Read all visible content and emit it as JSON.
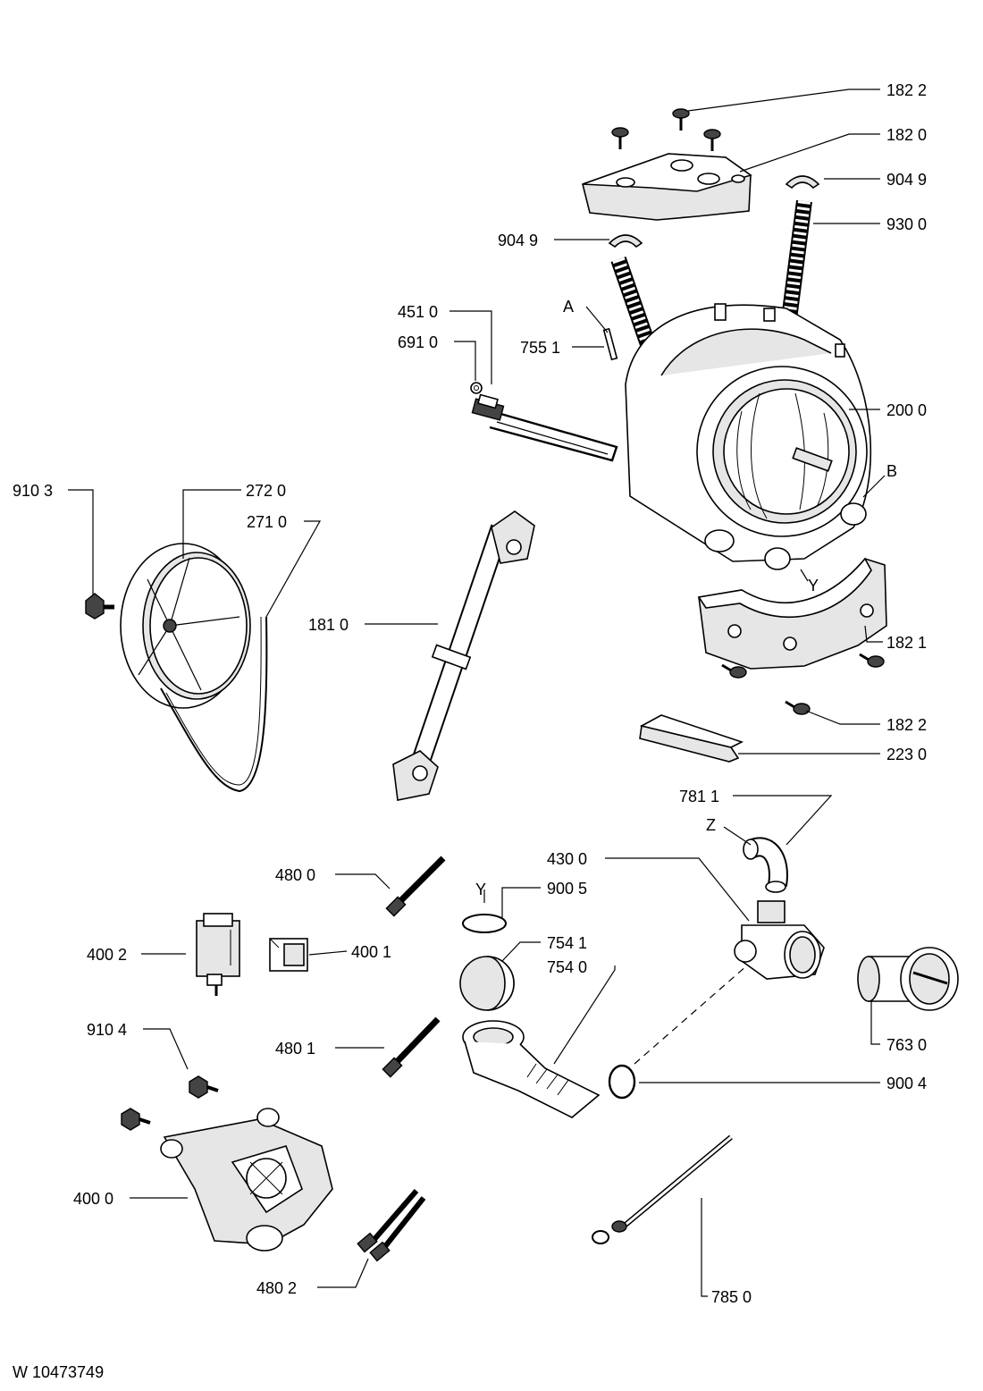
{
  "labels": {
    "p182_2_top": "182 2",
    "p182_0": "182 0",
    "p904_9_right": "904 9",
    "p930_0": "930 0",
    "p904_9_left": "904 9",
    "p451_0": "451 0",
    "p691_0": "691 0",
    "pA": "A",
    "p755_1": "755 1",
    "p200_0": "200 0",
    "pB": "B",
    "p910_3": "910 3",
    "p272_0": "272 0",
    "p271_0": "271 0",
    "pY_drum": "Y",
    "p181_0": "181 0",
    "p182_1": "182 1",
    "p182_2_bottom": "182 2",
    "p223_0": "223 0",
    "p781_1": "781 1",
    "pZ": "Z",
    "p430_0": "430 0",
    "p480_0": "480 0",
    "pY_small": "Y",
    "p900_5": "900 5",
    "p754_1": "754 1",
    "p754_0": "754 0",
    "p400_2": "400 2",
    "p400_1": "400 1",
    "p910_4": "910 4",
    "p480_1": "480 1",
    "p763_0": "763 0",
    "p900_4": "900 4",
    "p400_0": "400 0",
    "p480_2": "480 2",
    "p785_0": "785 0"
  },
  "footer": {
    "document_number": "W 10473749"
  }
}
